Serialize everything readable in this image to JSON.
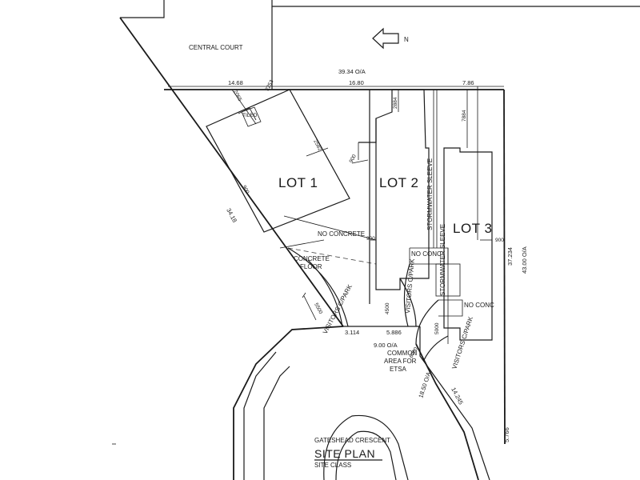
{
  "plan": {
    "title": "SITE PLAN",
    "subtitle": "SITE CLASS",
    "street": "GATESHEAD CRESCENT",
    "north_label": "N",
    "areas": {
      "central_court": "CENTRAL COURT",
      "no_concrete": "NO CONCRETE",
      "concrete_floor_1": "CONCRETE",
      "concrete_floor_2": "FLOOR",
      "tiled": "TILED",
      "no_conc_1": "NO CONC",
      "no_conc_2": "NO CONC",
      "common_area_1": "COMMON",
      "common_area_2": "AREA FOR",
      "common_area_3": "ETSA",
      "visitors_park_1": "VISITORS C/PARK",
      "visitors_park_2": "VISITORS C/PARK",
      "visitors_park_3": "VISITORS C/PARK",
      "stormwater_1": "STORMWATER SLEEVE",
      "stormwater_2": "STORMWATER SLEEVE"
    },
    "lots": {
      "lot1": "LOT 1",
      "lot2": "LOT 2",
      "lot3": "LOT 3"
    },
    "dimensions": {
      "d_39_34": "39.34 O/A",
      "d_14_68": "14.68",
      "d_16_80": "16.80",
      "d_7_86": "7.86",
      "d_37_234": "37.234",
      "d_43_00": "43.00 O/A",
      "d_34_18": "34.18",
      "d_3_114": "3.114",
      "d_5_886": "5.886",
      "d_9_00": "9.00 O/A",
      "d_18_50": "18.50 O/A",
      "d_14_245": "14.245",
      "d_5_766": "5.766",
      "d_4500": "4500",
      "d_5500": "5500",
      "d_2884": "2884",
      "d_7884": "7884",
      "d_2582": "2582",
      "d_2253": "2253",
      "d_2065": "2065",
      "d_900a": "900",
      "d_900b": "900",
      "d_900c": "900",
      "d_900d": "900",
      "d_5000": "5000",
      "d_6000": "6000"
    }
  }
}
